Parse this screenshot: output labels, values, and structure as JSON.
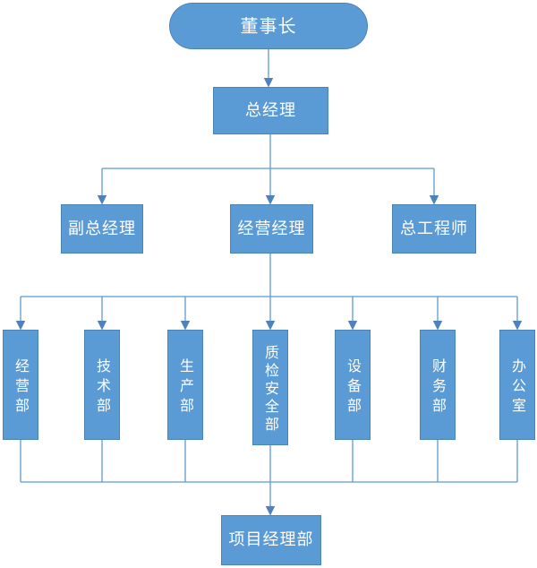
{
  "diagram": {
    "type": "org-chart",
    "colors": {
      "node_fill": "#5B9BD5",
      "node_border": "#41719C",
      "line": "#5B9BD5",
      "arrow": "#4F81BD",
      "text": "#FFFFFF",
      "background": "#FFFFFF"
    },
    "nodes": {
      "chairman": "董事长",
      "general_manager": "总经理",
      "deputy_general_manager": "副总经理",
      "operations_manager": "经营经理",
      "chief_engineer": "总工程师",
      "dept_business": "经营部",
      "dept_technology": "技术部",
      "dept_production": "生产部",
      "dept_quality_safety": "质检安全部",
      "dept_equipment": "设备部",
      "dept_finance": "财务部",
      "dept_office": "办公室",
      "project_manager_dept": "项目经理部"
    }
  }
}
